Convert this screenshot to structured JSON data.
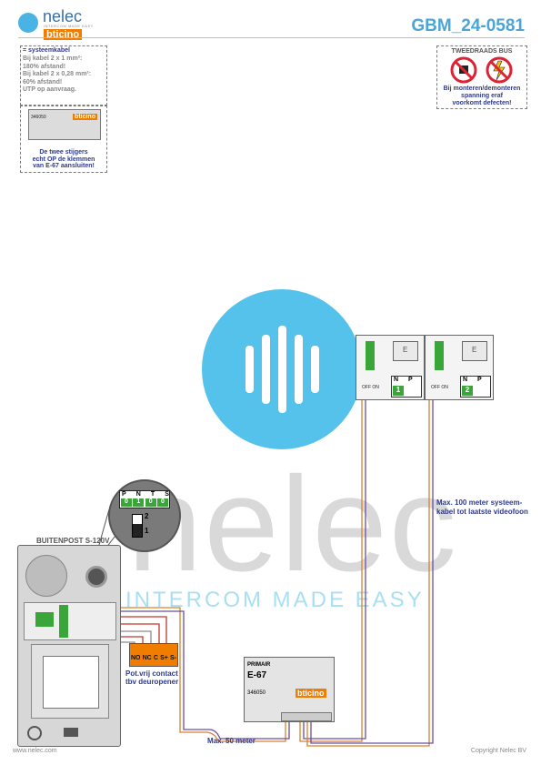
{
  "header": {
    "brand": "nelec",
    "tagline": "INTERCOM MADE EASY",
    "sub_brand": "bticino",
    "doc_id": "GBM_24-0581"
  },
  "notes": {
    "cable": {
      "title": "= systeemkabel",
      "lines": [
        "Bij kabel 2 x 1 mm²:",
        "180% afstand!",
        "Bij kabel 2 x 0,28 mm²:",
        "60% afstand!",
        "UTP op aanvraag."
      ]
    },
    "bus": {
      "title": "TWEEDRAADS BUS",
      "lines": [
        "Bij monteren/demonteren",
        "spanning eraf",
        "voorkomt defecten!"
      ]
    },
    "risers": {
      "module_code": "346050",
      "lines": [
        "De twee stijgers",
        "echt OP de klemmen",
        "van E-67 aansluiten!"
      ]
    }
  },
  "watermark": {
    "word": "nelec",
    "tagline": "INTERCOM MADE EASY"
  },
  "outdoor": {
    "title": "BUITENPOST S-120V",
    "dip_labels": [
      "P",
      "N",
      "T",
      "S"
    ],
    "dip_values": [
      "0",
      "1",
      "0",
      "0"
    ],
    "switch_labels": [
      "2",
      "1"
    ]
  },
  "relay": {
    "terminals": [
      "NO",
      "NC",
      "C",
      "S+",
      "S-"
    ],
    "caption": [
      "Pot.vrij contact",
      "tbv deuropener"
    ]
  },
  "power": {
    "label": "PRIMAIR",
    "model": "E-67",
    "code": "346050",
    "brand": "bticino"
  },
  "monitors": [
    {
      "n_label": "N",
      "p_label": "P",
      "n_value": "1",
      "switch": "OFF ON",
      "screen": "E"
    },
    {
      "n_label": "N",
      "p_label": "P",
      "n_value": "2",
      "switch": "OFF ON",
      "screen": "E"
    }
  ],
  "labels": {
    "max100": [
      "Max. 100 meter systeem-",
      "kabel tot laatste videofoon"
    ],
    "max50": "Max. 50 meter"
  },
  "footer": {
    "left": "www.nelec.com",
    "right": "Copyright Nelec BV"
  },
  "colors": {
    "accent": "#4aa5d8",
    "orange": "#f07d00",
    "navy": "#2e3a8c",
    "wire_orange": "#d9822b",
    "wire_purple": "#6a4fa0",
    "wire_red": "#c0392b"
  }
}
